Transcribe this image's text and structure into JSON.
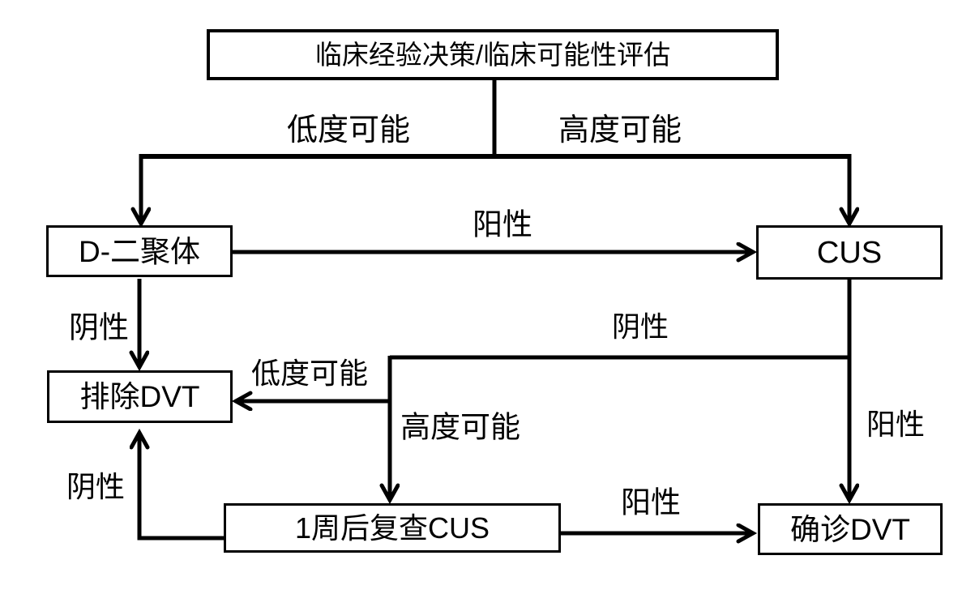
{
  "diagram": {
    "type": "flowchart",
    "colors": {
      "line": "#000000",
      "text": "#000000",
      "box_fill": "#ffffff",
      "background": "#ffffff"
    },
    "nodes": {
      "assessment": "临床经验决策/临床可能性评估",
      "d_dimer": "D-二聚体",
      "cus": "CUS",
      "exclude_dvt": "排除DVT",
      "recheck_cus": "1周后复查CUS",
      "confirm_dvt": "确诊DVT"
    },
    "edge_labels": {
      "low_probability_top": "低度可能",
      "high_probability_top": "高度可能",
      "positive_dimer_to_cus": "阳性",
      "negative_dimer_to_exclude": "阴性",
      "negative_cus_branch": "阴性",
      "low_probability_mid": "低度可能",
      "high_probability_mid": "高度可能",
      "positive_cus_to_confirm": "阳性",
      "positive_recheck_to_confirm": "阳性",
      "negative_recheck_to_exclude": "阴性"
    }
  }
}
